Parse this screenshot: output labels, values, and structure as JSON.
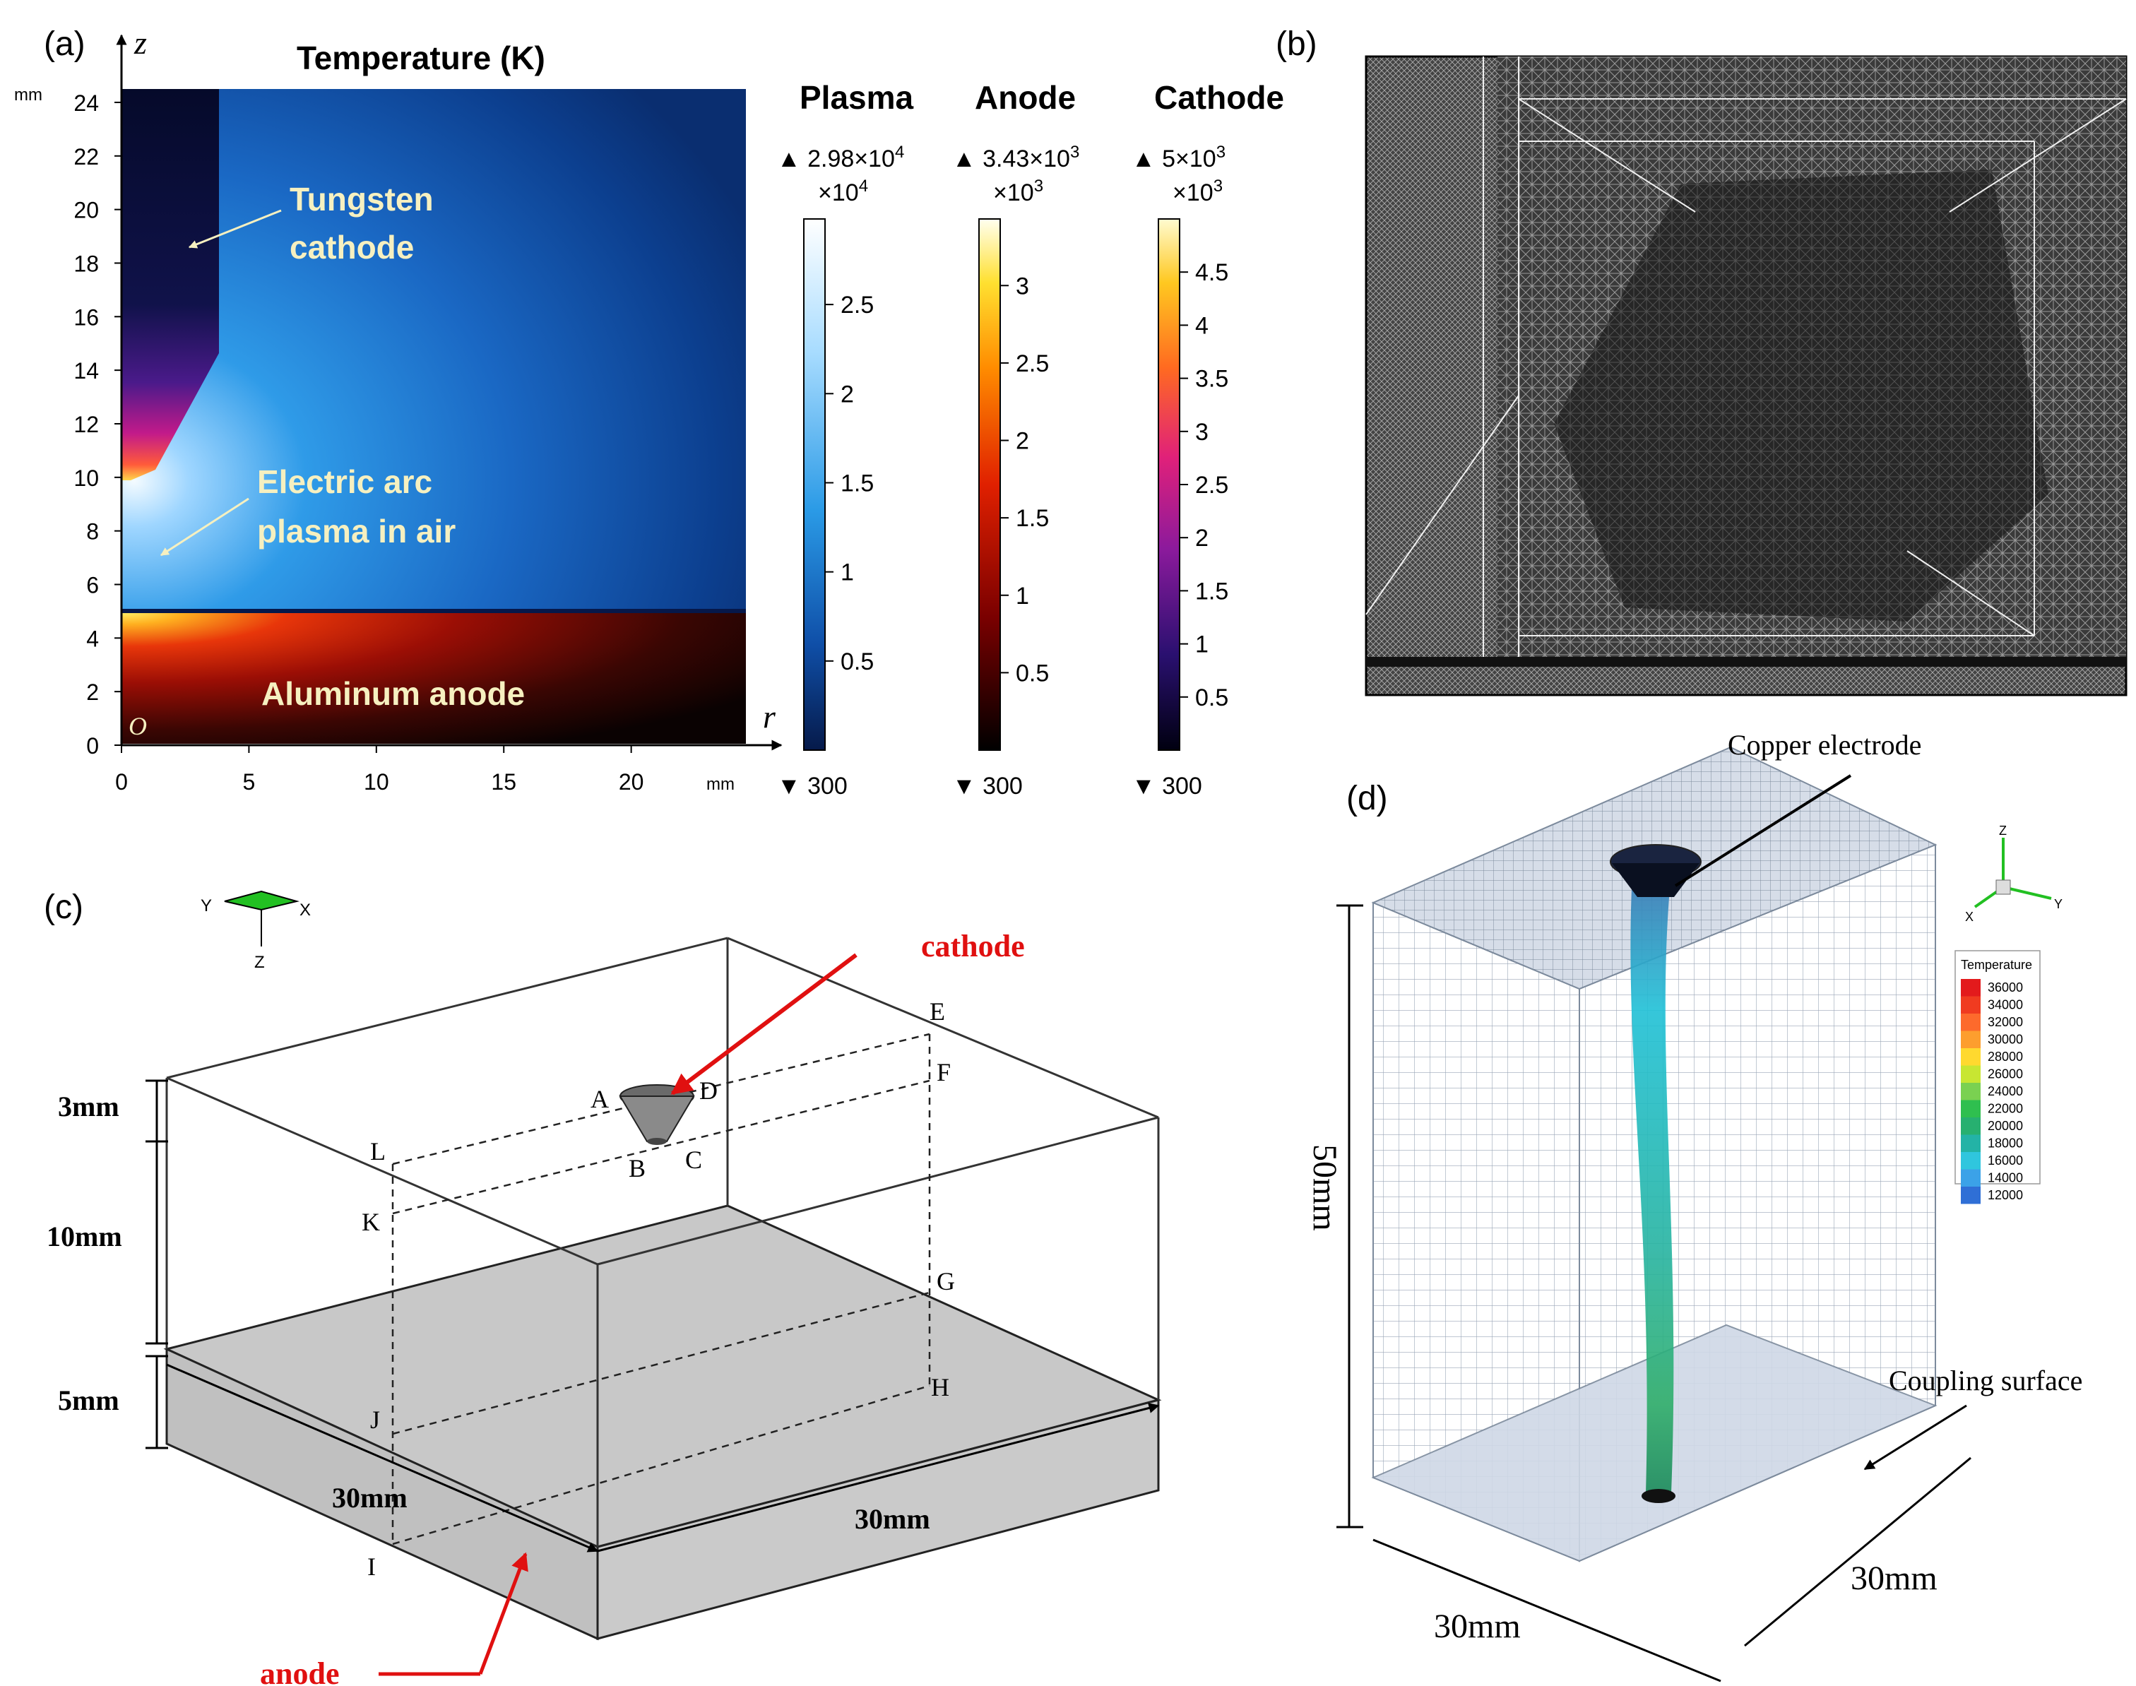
{
  "panel_a": {
    "label": "(a)",
    "title": "Temperature (K)",
    "axis_z": "z",
    "axis_r": "r",
    "origin": "O",
    "unit_left": "mm",
    "unit_bottom": "mm",
    "z_ticks": [
      "0",
      "2",
      "4",
      "6",
      "8",
      "10",
      "12",
      "14",
      "16",
      "18",
      "20",
      "22",
      "24"
    ],
    "r_ticks": [
      "0",
      "5",
      "10",
      "15",
      "20"
    ],
    "ann_cathode_1": "Tungsten",
    "ann_cathode_2": "cathode",
    "ann_arc_1": "Electric arc",
    "ann_arc_2": "plasma in air",
    "ann_anode": "Aluminum anode",
    "colorbars": [
      {
        "title": "Plasma",
        "max_mantissa": "▲ 2.98×10",
        "max_exp": "4",
        "mult": "×10",
        "mult_exp": "4",
        "ticks": [
          "2.5",
          "2",
          "1.5",
          "1",
          "0.5"
        ],
        "min": "▼ 300"
      },
      {
        "title": "Anode",
        "max_mantissa": "▲ 3.43×10",
        "max_exp": "3",
        "mult": "×10",
        "mult_exp": "3",
        "ticks": [
          "3",
          "2.5",
          "2",
          "1.5",
          "1",
          "0.5"
        ],
        "min": "▼ 300"
      },
      {
        "title": "Cathode",
        "max_mantissa": "▲ 5×10",
        "max_exp": "3",
        "mult": "×10",
        "mult_exp": "3",
        "ticks": [
          "4.5",
          "4",
          "3.5",
          "3",
          "2.5",
          "2",
          "1.5",
          "1",
          "0.5"
        ],
        "min": "▼ 300"
      }
    ]
  },
  "panel_b": {
    "label": "(b)"
  },
  "panel_c": {
    "label": "(c)",
    "cathode": "cathode",
    "anode": "anode",
    "dim_3": "3mm",
    "dim_10": "10mm",
    "dim_5": "5mm",
    "dim_30a": "30mm",
    "dim_30b": "30mm",
    "points": [
      "A",
      "B",
      "C",
      "D",
      "E",
      "F",
      "G",
      "H",
      "I",
      "J",
      "K",
      "L"
    ],
    "axes": [
      "Y",
      "X",
      "Z"
    ]
  },
  "panel_d": {
    "label": "(d)",
    "electrode": "Copper electrode",
    "coupling": "Coupling surface",
    "dim_50": "50mm",
    "dim_30a": "30mm",
    "dim_30b": "30mm",
    "legend_title": "Temperature",
    "legend_values": [
      "36000",
      "34000",
      "32000",
      "30000",
      "28000",
      "26000",
      "24000",
      "22000",
      "20000",
      "18000",
      "16000",
      "14000",
      "12000"
    ],
    "legend_colors": [
      "#e31a1c",
      "#f03b20",
      "#fd6a2c",
      "#fd9e2e",
      "#ffd92f",
      "#c8e632",
      "#7ad151",
      "#2fbf4f",
      "#27b070",
      "#23b3a6",
      "#2fc6de",
      "#3ba2e8",
      "#2f6fd6"
    ],
    "axes": [
      "Z",
      "X",
      "Y"
    ]
  }
}
